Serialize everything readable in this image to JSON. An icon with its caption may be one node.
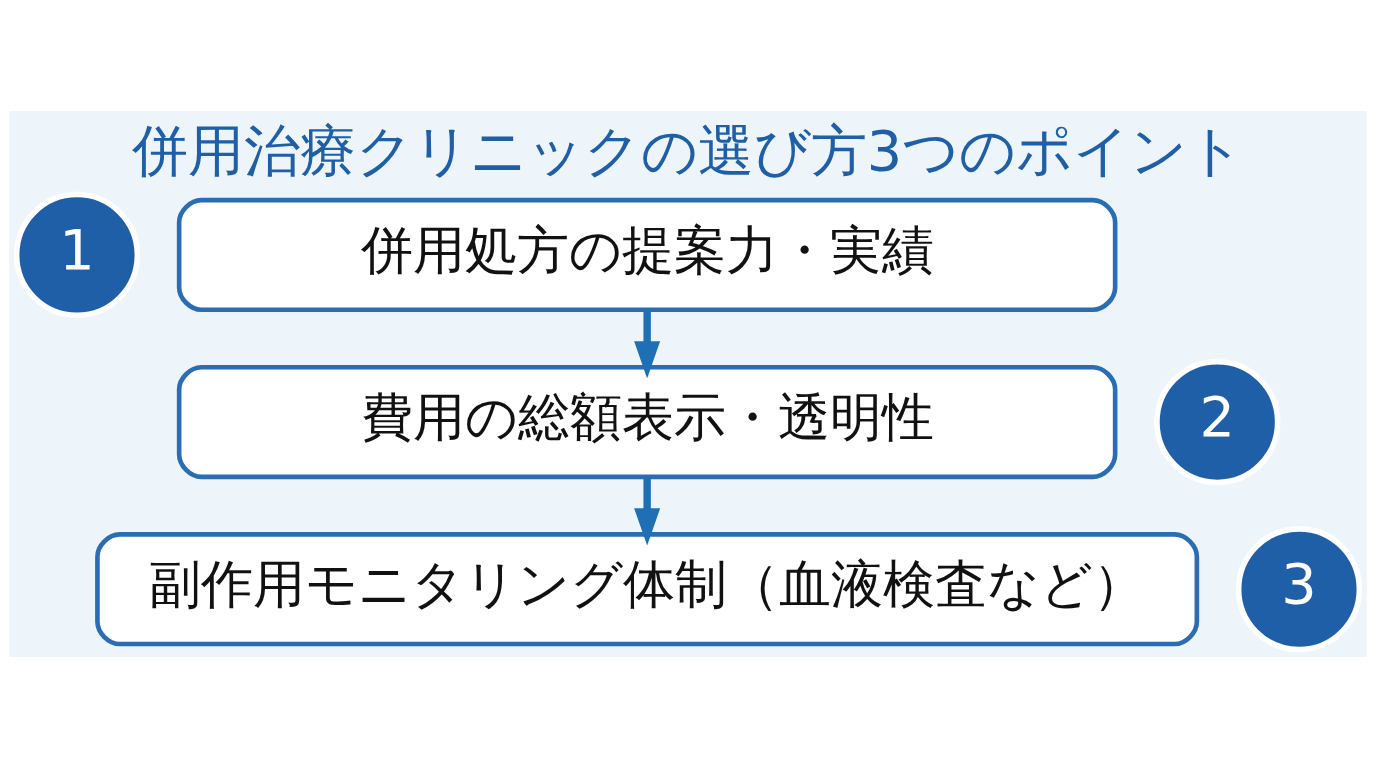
{
  "diagram": {
    "title": "併用治療クリニックの選び方3つのポイント",
    "nodes": [
      {
        "text": [
          "1"
        ]
      },
      {
        "text": [
          "併用処方の提案力・実績"
        ]
      },
      {
        "text": [
          "2"
        ]
      },
      {
        "text": [
          "費用の総額表示・透明性"
        ]
      },
      {
        "text": [
          "3"
        ]
      },
      {
        "text": [
          "副作用モニタリング体制（血液検査など）"
        ]
      }
    ],
    "edges": [
      {
        "from": 1,
        "to": 3,
        "arrow": "to"
      },
      {
        "from": 3,
        "to": 5,
        "arrow": "to"
      }
    ]
  }
}
